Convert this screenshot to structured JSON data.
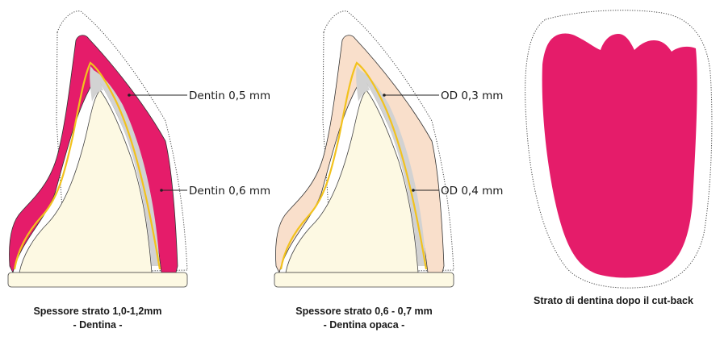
{
  "figures": [
    {
      "labels": [
        "Dentin 0,5 mm",
        "Dentin 0,6 mm"
      ],
      "caption_lines": [
        "Spessore strato 1,0-1,2mm",
        "- Dentina -"
      ]
    },
    {
      "labels": [
        "OD 0,3 mm",
        "OD 0,4 mm"
      ],
      "caption_lines": [
        "Spessore strato 0,6 - 0,7 mm",
        "- Dentina opaca -"
      ]
    },
    {
      "labels": [],
      "caption_lines": [
        "Strato di dentina dopo il cut-back"
      ]
    }
  ],
  "colors": {
    "dentin": "#e51c6a",
    "opaque_dentin": "#f9dfcb",
    "core": "#fdf9e3",
    "yellow_line": "#f2c21d",
    "gray_gap": "#d2d2d2",
    "outline": "#333333"
  }
}
